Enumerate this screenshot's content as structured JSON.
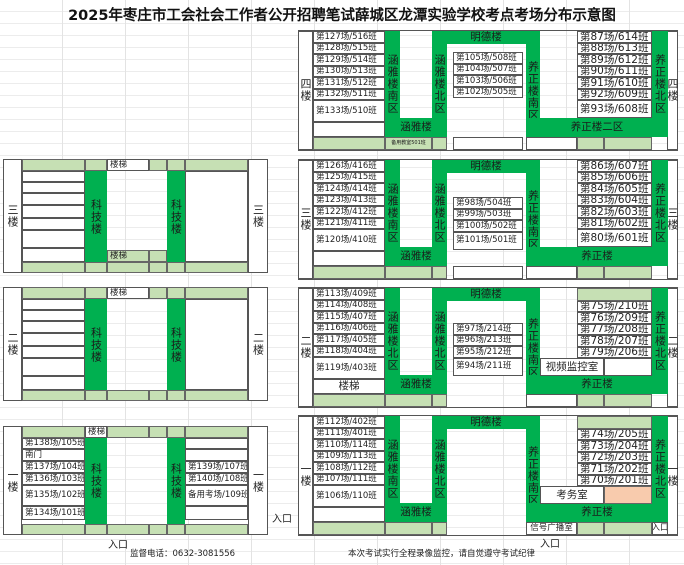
{
  "title": "2025年枣庄市工会社会工作者公开招聘笔试薛城区龙潭实验学校考点考场分布示意图",
  "buildings": {
    "mingde": "明德楼",
    "hanya": "涵雅楼",
    "yangzheng": "养正楼",
    "yz_north": "养正楼北区",
    "yz_south": "养正楼南区",
    "hanya_north": "涵雅楼北区",
    "keji": "科技楼",
    "stairs": "楼梯"
  },
  "right_floors": [
    {
      "label": "四楼",
      "left_strip": "涵雅楼南区",
      "band": "养正楼二区",
      "note": "备用教室501班",
      "left": [
        "第127场/516班",
        "第128场/515班",
        "第129场/514班",
        "第130场/513班",
        "第131场/512班",
        "第132场/511班",
        "第133场/510班"
      ],
      "middle": [
        "第105场/508班",
        "第104场/507班",
        "第103场/506班",
        "第102场/505班"
      ],
      "right": [
        "第87场/614班",
        "第88场/613班",
        "第89场/612班",
        "第90场/611班",
        "第91场/610班",
        "第92场/609班",
        "第93场/608班"
      ]
    },
    {
      "label": "三楼",
      "left_strip": "涵雅楼南区",
      "band": "养正楼",
      "left": [
        "第126场/416班",
        "第125场/415班",
        "第124场/414班",
        "第123场/413班",
        "第122场/412班",
        "第121场/411班",
        "第120场/410班"
      ],
      "middle": [
        "第98场/504班",
        "第99场/503班",
        "第100场/502班",
        "第101场/501班"
      ],
      "right": [
        "第86场/607班",
        "第85场/606班",
        "第84场/605班",
        "第83场/604班",
        "第82场/603班",
        "第81场/602班",
        "第80场/601班"
      ]
    },
    {
      "label": "二楼",
      "left_strip": "涵雅楼北区",
      "band": "养正楼",
      "left": [
        "第113场/409班",
        "第114场/408班",
        "第115场/407班",
        "第116场/406班",
        "第117场/405班",
        "第118场/404班",
        "第119场/403班"
      ],
      "middle": [
        "第97场/214班",
        "第96场/213班",
        "第95场/212班",
        "第94场/211班"
      ],
      "right": [
        "第75场/210班",
        "第76场/209班",
        "第77场/208班",
        "第78场/207班",
        "第79场/206班"
      ],
      "special_room": "视频监控室"
    },
    {
      "label": "一楼",
      "left_strip": "涵雅楼南区",
      "band": "养正楼",
      "left": [
        "第112场/402班",
        "第111场/401班",
        "第110场/114班",
        "第109场/113班",
        "第108场/112班",
        "第107场/111班",
        "第106场/110班"
      ],
      "middle": [],
      "right": [
        "第74场/205班",
        "第73场/204班",
        "第72场/203班",
        "第71场/202班",
        "第70场/201班"
      ],
      "special_room": "考务室",
      "broadcast": "信号广播室"
    }
  ],
  "left_floors": [
    {
      "label": "三楼"
    },
    {
      "label": "二楼"
    },
    {
      "label": "一楼",
      "left": [
        "第138场/105班",
        "南门",
        "第137场/104班",
        "第136场/103班",
        "第135场/102班",
        "第134场/101班"
      ],
      "right": [
        "第139场/107班",
        "第140场/108班",
        "备用考场/109班"
      ]
    }
  ],
  "footer": {
    "entrance": "入口",
    "phone": "监督电话：0632-3081556",
    "notice": "本次考试实行全程录像监控，请自觉遵守考试纪律"
  }
}
